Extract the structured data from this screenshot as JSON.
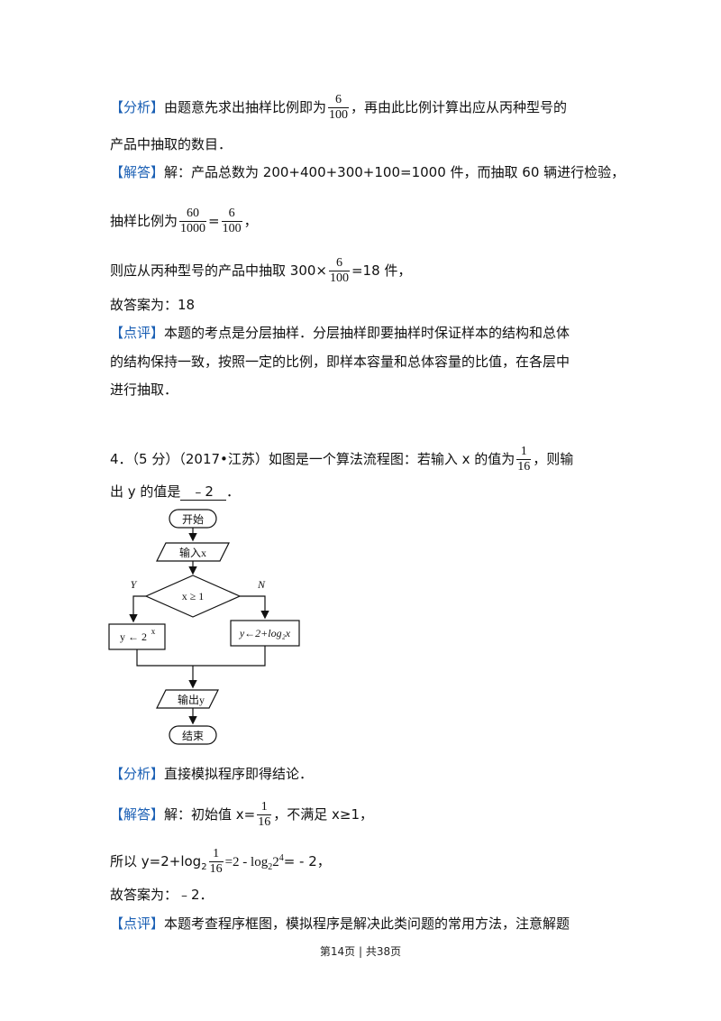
{
  "q3": {
    "analysis_tag": "【分析】",
    "analysis_a": "由题意先求出抽样比例即为",
    "analysis_frac": {
      "n": "6",
      "d": "100"
    },
    "analysis_b": "，再由此比例计算出应从丙种型号的",
    "analysis_line2": "产品中抽取的数目．",
    "solution_tag": "【解答】",
    "solution_line1": "解：产品总数为 200+400+300+100=1000 件，而抽取 60 辆进行检验，",
    "ratio_a": "抽样比例为",
    "ratio_f1": {
      "n": "60",
      "d": "1000"
    },
    "ratio_eq": "=",
    "ratio_f2": {
      "n": "6",
      "d": "100"
    },
    "ratio_end": "，",
    "draw_a": "则应从丙种型号的产品中抽取 300×",
    "draw_frac": {
      "n": "6",
      "d": "100"
    },
    "draw_b": "=18 件，",
    "answer_line": "故答案为：18",
    "comment_tag": "【点评】",
    "comment_line1": "本题的考点是分层抽样．分层抽样即要抽样时保证样本的结构和总体",
    "comment_line2": "的结构保持一致，按照一定的比例，即样本容量和总体容量的比值，在各层中",
    "comment_line3": "进行抽取．"
  },
  "q4": {
    "number": "4．",
    "stem_a": "（5 分）（2017•江苏）如图是一个算法流程图：若输入 x 的值为",
    "stem_frac": {
      "n": "1",
      "d": "16"
    },
    "stem_b": "，则输",
    "stem_c": "出 y 的值是",
    "answer_blank": "﹣2",
    "stem_end": "．",
    "flowchart": {
      "start": "开始",
      "input": "输入x",
      "condition": "x ≥ 1",
      "yes": "Y",
      "no": "N",
      "yes_box": "y ← 2",
      "yes_box_sup": "x",
      "no_box": "y←2+log₂x",
      "output": "输出y",
      "end": "结束"
    },
    "analysis_tag": "【分析】",
    "analysis": "直接模拟程序即得结论．",
    "solution_tag": "【解答】",
    "solution_a": "解：初始值 x=",
    "solution_frac": {
      "n": "1",
      "d": "16"
    },
    "solution_b": "，不满足 x≥1，",
    "calc_a": "所以 y=2+log",
    "calc_sub": "2",
    "calc_frac": {
      "n": "1",
      "d": "16"
    },
    "calc_b": "=2 - log",
    "calc_sub2": "2",
    "calc_c": "2",
    "calc_sup": "4",
    "calc_d": "= - 2，",
    "answer_line": "故答案为：﹣2．",
    "comment_tag": "【点评】",
    "comment_line1": "本题考查程序框图，模拟程序是解决此类问题的常用方法，注意解题"
  },
  "footer": "第14页  | 共38页"
}
